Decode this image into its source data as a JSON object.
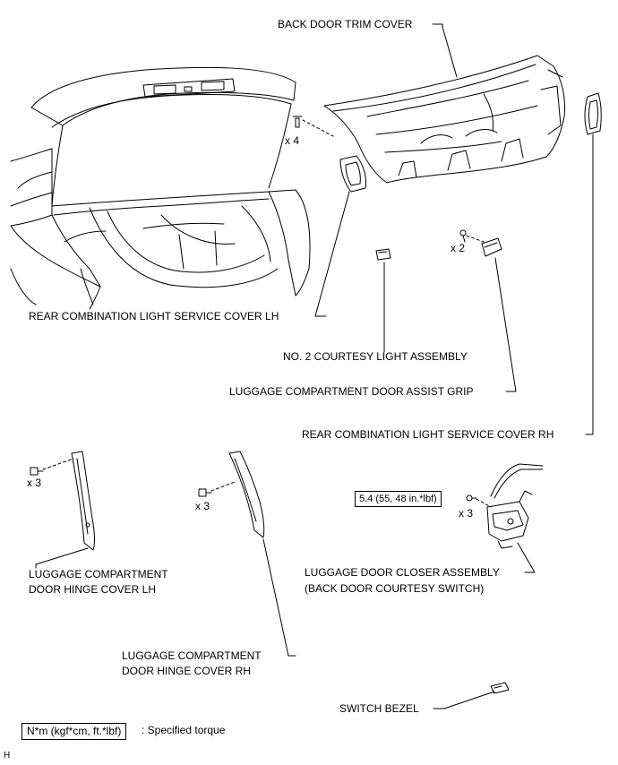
{
  "parts": {
    "back_door_trim_cover": "BACK DOOR TRIM COVER",
    "rear_combination_light_service_cover_lh": "REAR COMBINATION LIGHT SERVICE COVER LH",
    "no2_courtesy_light_assembly": "NO. 2 COURTESY LIGHT ASSEMBLY",
    "luggage_compartment_door_assist_grip": "LUGGAGE COMPARTMENT DOOR ASSIST GRIP",
    "rear_combination_light_service_cover_rh": "REAR COMBINATION LIGHT SERVICE COVER RH",
    "hinge_cover_lh": [
      "LUGGAGE COMPARTMENT",
      "DOOR HINGE COVER LH"
    ],
    "hinge_cover_rh": [
      "LUGGAGE COMPARTMENT",
      "DOOR HINGE COVER RH"
    ],
    "door_closer_assembly": [
      "LUGGAGE DOOR CLOSER ASSEMBLY",
      "(BACK DOOR COURTESY SWITCH)"
    ],
    "switch_bezel": "SWITCH BEZEL"
  },
  "quantities": {
    "trim_clips": "x 4",
    "assist_grip_screws": "x 2",
    "hinge_lh_clips": "x 3",
    "hinge_rh_clips": "x 3",
    "closer_bolts": "x 3"
  },
  "torque": {
    "closer_bolts": "5.4 (55, 48 in.*lbf)"
  },
  "legend": {
    "box_text": "N*m (kgf*cm, ft.*lbf)",
    "description": ": Specified torque"
  },
  "corner_mark": "H"
}
